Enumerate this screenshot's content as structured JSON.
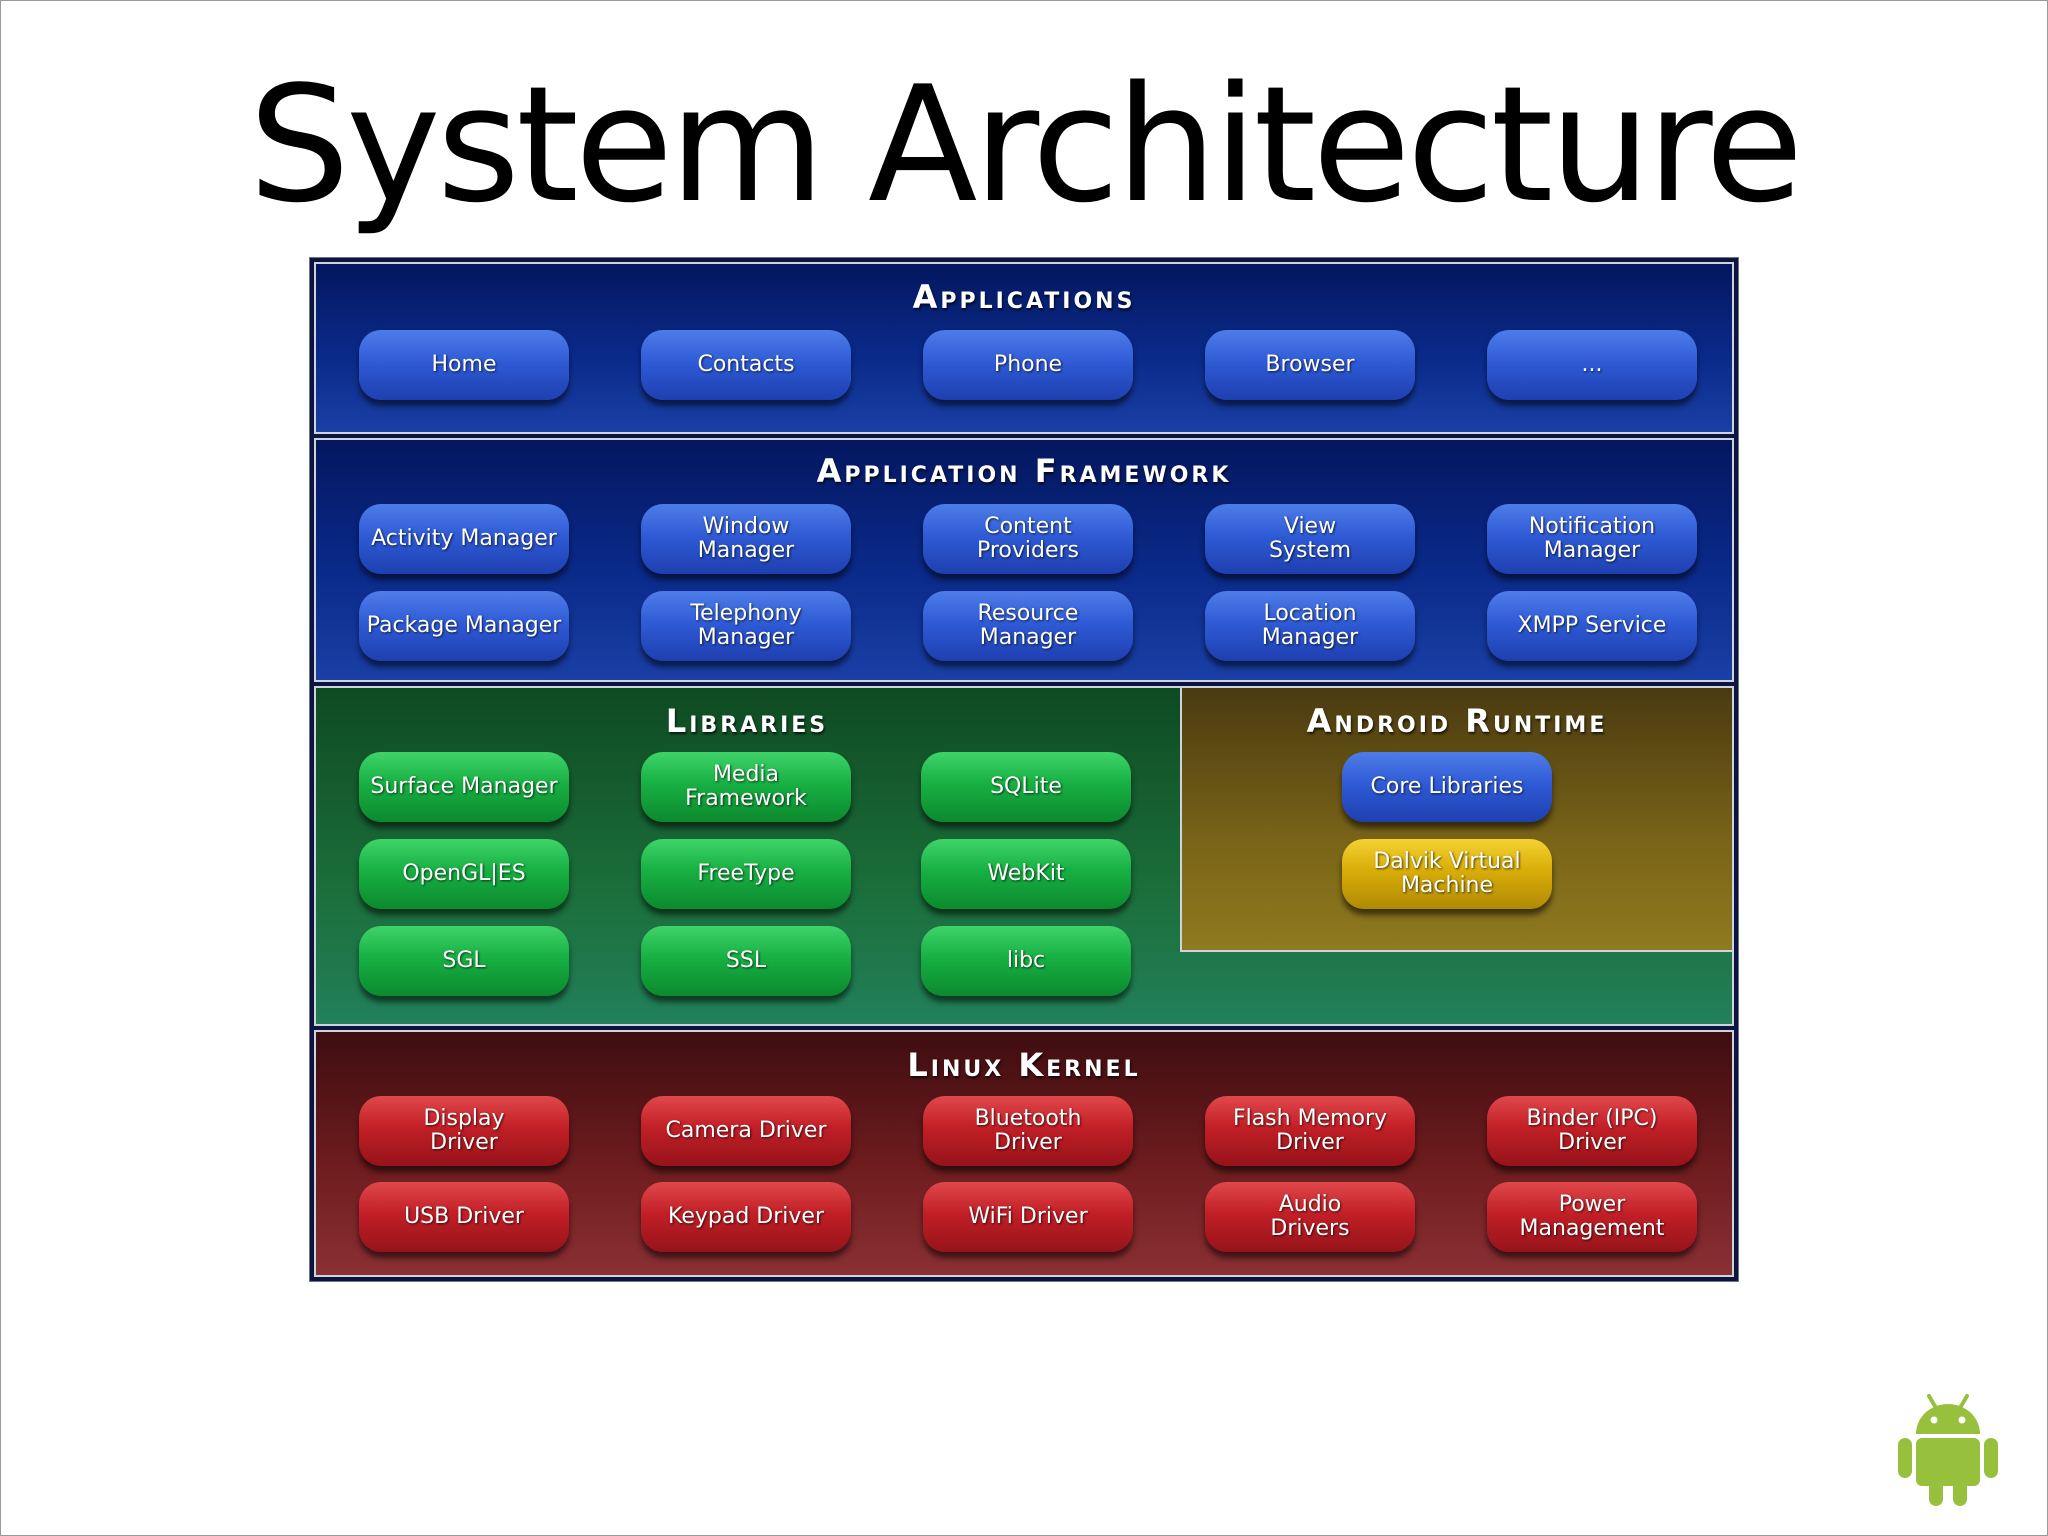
{
  "slide": {
    "title": "System Architecture"
  },
  "diagram": {
    "applications": {
      "title": "Applications",
      "items": [
        "Home",
        "Contacts",
        "Phone",
        "Browser",
        "..."
      ]
    },
    "framework": {
      "title": "Application Framework",
      "items": [
        "Activity Manager",
        "Window\nManager",
        "Content\nProviders",
        "View\nSystem",
        "Notification\nManager",
        "Package Manager",
        "Telephony\nManager",
        "Resource\nManager",
        "Location\nManager",
        "XMPP Service"
      ]
    },
    "libraries": {
      "title": "Libraries",
      "items": [
        "Surface Manager",
        "Media\nFramework",
        "SQLite",
        "OpenGL|ES",
        "FreeType",
        "WebKit",
        "SGL",
        "SSL",
        "libc"
      ]
    },
    "runtime": {
      "title": "Android Runtime",
      "items": [
        "Core Libraries",
        "Dalvik Virtual\nMachine"
      ]
    },
    "kernel": {
      "title": "Linux Kernel",
      "items": [
        "Display\nDriver",
        "Camera Driver",
        "Bluetooth\nDriver",
        "Flash Memory\nDriver",
        "Binder (IPC)\nDriver",
        "USB Driver",
        "Keypad Driver",
        "WiFi Driver",
        "Audio\nDrivers",
        "Power\nManagement"
      ]
    }
  },
  "logo": {
    "icon": "android-robot-icon",
    "color": "#97c03d"
  },
  "colors": {
    "applications": "#0a2a8a",
    "framework": "#0a2a8a",
    "libraries": "#1b6e3a",
    "runtime": "#7a6518",
    "kernel": "#6e1c1e"
  }
}
